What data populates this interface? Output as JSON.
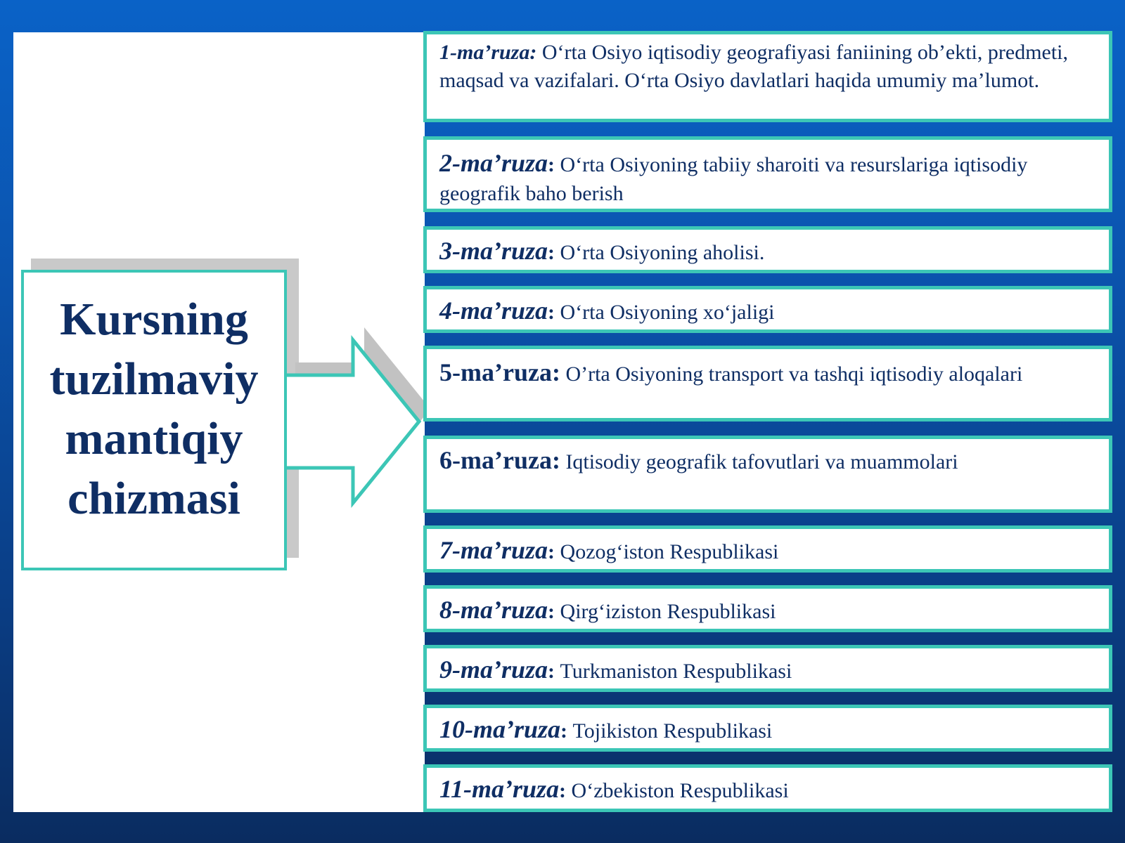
{
  "title": "Kursning tuzilmaviy mantiqiy chizmasi",
  "accent_color": "#3cc6b6",
  "text_color": "#0f2e64",
  "lectures": [
    {
      "label": "1-ma’ruza:",
      "text": "O‘rta Osiyo iqtisodiy geografiyasi faniining ob’ekti, predmeti, maqsad va vazifalari. O‘rta Osiyo davlatlari haqida umumiy ma’lumot."
    },
    {
      "label": "2-ma’ruza",
      "text": "O‘rta Osiyoning tabiiy sharoiti va resurslariga iqtisodiy geografik baho berish"
    },
    {
      "label": "3-ma’ruza",
      "text": "O‘rta Osiyoning aholisi."
    },
    {
      "label": "4-ma’ruza",
      "text": "O‘rta Osiyoning xo‘jaligi"
    },
    {
      "label": "5-ma’ruza:",
      "text": "O’rta Osiyoning transport va tashqi iqtisodiy aloqalari"
    },
    {
      "label": "6-ma’ruza:",
      "text": "Iqtisodiy geografik tafovutlari va muammolari"
    },
    {
      "label": "7-ma’ruza",
      "text": "Qozog‘iston Respublikasi"
    },
    {
      "label": "8-ma’ruza",
      "text": "Qirg‘iziston Respublikasi"
    },
    {
      "label": "9-ma’ruza",
      "text": "Turkmaniston Respublikasi"
    },
    {
      "label": "10-ma’ruza",
      "text": "Tojikiston Respublikasi"
    },
    {
      "label": "11-ma’ruza",
      "text": "O‘zbekiston Respublikasi"
    }
  ]
}
